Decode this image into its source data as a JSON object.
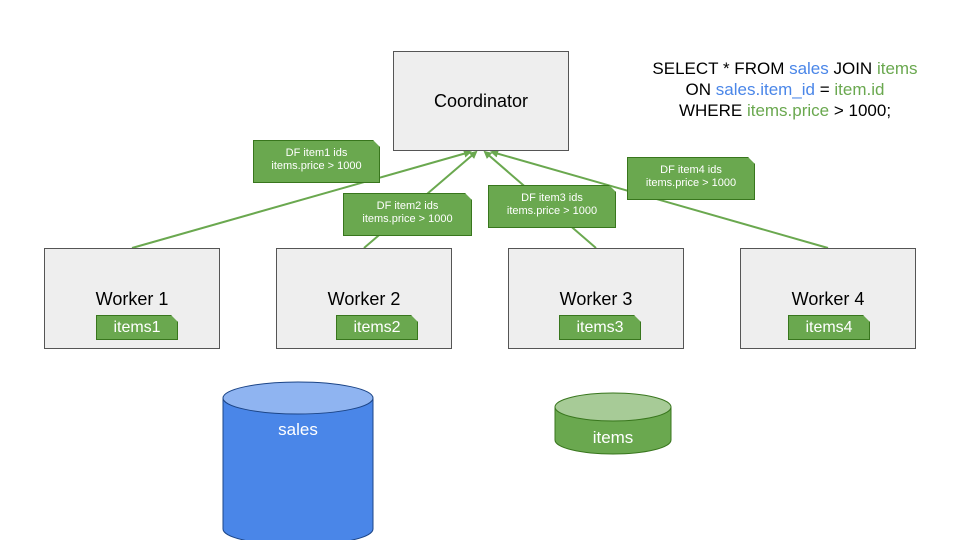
{
  "colors": {
    "edge": "#6aa84f",
    "tag_fill": "#6aa84f",
    "sales_db": "#4a86e8",
    "items_db": "#6aa84f",
    "box_fill": "#eeeeee"
  },
  "coordinator": {
    "label": "Coordinator"
  },
  "workers": [
    {
      "label": "Worker 1",
      "table": "items1"
    },
    {
      "label": "Worker 2",
      "table": "items2"
    },
    {
      "label": "Worker 3",
      "table": "items3"
    },
    {
      "label": "Worker 4",
      "table": "items4"
    }
  ],
  "messages": [
    {
      "line1": "DF item1 ids",
      "line2": "items.price > 1000"
    },
    {
      "line1": "DF item2 ids",
      "line2": "items.price > 1000"
    },
    {
      "line1": "DF item3 ids",
      "line2": "items.price > 1000"
    },
    {
      "line1": "DF item4 ids",
      "line2": "items.price > 1000"
    }
  ],
  "query": {
    "line1": {
      "kw1": "SELECT * FROM ",
      "t1": "sales",
      "kw2": " JOIN ",
      "t2": "items"
    },
    "line2": {
      "kw1": "ON ",
      "t1": "sales.item_id",
      "kw2": " = ",
      "t2": "item.id"
    },
    "line3": {
      "kw1": "WHERE ",
      "t1": "items.price",
      "kw2": " > 1000;"
    }
  },
  "databases": {
    "sales": {
      "label": "sales"
    },
    "items": {
      "label": "items"
    }
  }
}
